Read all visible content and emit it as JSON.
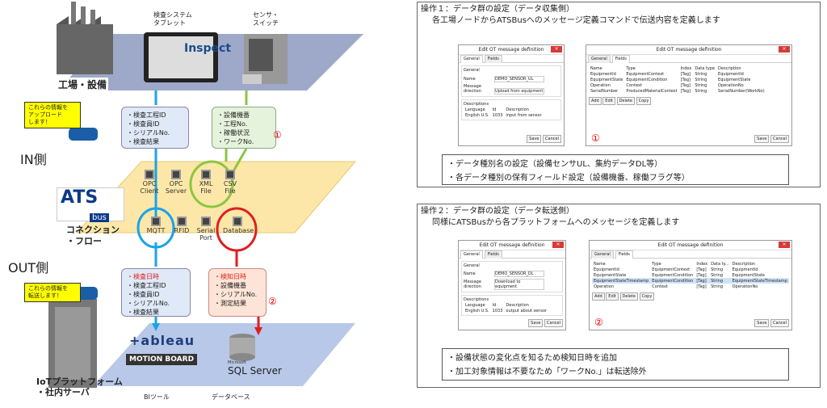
{
  "left": {
    "label_inspection": "検査システム\nタブレット",
    "label_sensor": "センサ・\nスイッチ",
    "factory_label": "工場・設備",
    "logo_inspect": "Inspect",
    "callout_upload": "これらの情報を\nアップロード\nします！",
    "box_in_left": "・検査工程ID\n・検査員ID\n・シリアルNo.\n・検査結果",
    "box_in_right": "・設備機番\n・工程No.\n・稼働状況\n・ワークNo.",
    "circle1": "①",
    "in_side": "IN側",
    "connectors": [
      "OPC\nClient",
      "OPC\nServer",
      "XML\nFile",
      "CSV\nFile",
      "MQTT",
      "RFID",
      "Serial\nPort",
      "Database"
    ],
    "ats_logo_text": "ATS",
    "ats_logo_sub": "bus",
    "connection_flow": "コネクション\n・フロー",
    "out_side": "OUT側",
    "callout_transfer": "これらの情報を\n転送します！",
    "box_out_left_first": "・検査日時",
    "box_out_left_rest": "・検査工程ID\n・検査員ID\n・シリアルNo.\n・検査結果",
    "box_out_right_first": "・検知日時",
    "box_out_right_rest": "・設備機番\n・シリアルNo.\n・測定結果",
    "circle2": "②",
    "tableau": "+ableau",
    "motionboard": "MOTION BOARD",
    "sqlserver_ms": "Microsoft",
    "sqlserver": "SQL Server",
    "iot_platform": "IoTプラットフォーム\n・社内サーバ",
    "bi_tool": "BIツール",
    "database": "データベース"
  },
  "op1": {
    "title": "操作１：データ群の設定（データ収集側）",
    "subtitle": "各工場ノードからATSBusへのメッセージ定義コマンドで伝送内容を定義します",
    "dlg_title": "Edit OT message definition",
    "tab_general": "General",
    "tab_fields": "Fields",
    "general_section": "General",
    "name_label": "Name",
    "name_value": "DEMO_SENSOR_UL",
    "direction_label": "Message direction",
    "direction_value": "Upload from equipment",
    "desc_section": "Descriptions",
    "desc_header": [
      "Language",
      "Id",
      "Description"
    ],
    "desc_row": [
      "English U.S.",
      "1033",
      "input from sensor"
    ],
    "fields_header": [
      "Name",
      "Type",
      "Index",
      "Data type",
      "Description"
    ],
    "fields_rows": [
      [
        "EquipmentId",
        "EquipmentContext",
        "[Tag]",
        "String",
        "EquipmentId"
      ],
      [
        "EquipmentState",
        "EquipmentCondition",
        "[Tag]",
        "String",
        "EquipmentState"
      ],
      [
        "Operation",
        "Context",
        "[Tag]",
        "String",
        "OperationNo"
      ],
      [
        "SerialNumber",
        "ProducedMaterialContext",
        "[Tag]",
        "String",
        "SerialNumber(WorkNo)"
      ]
    ],
    "btn_add": "Add",
    "btn_edit": "Edit",
    "btn_delete": "Delete",
    "btn_copy": "Copy",
    "btn_save": "Save",
    "btn_cancel": "Cancel",
    "circle": "①",
    "desc_text": "・データ種別名の設定（設備センサUL、集約データDL等）\n・各データ種別の保有フィールド設定（設備機番、稼働フラグ等）"
  },
  "op2": {
    "title": "操作２：データ群の設定（データ転送側）",
    "subtitle": "同様にATSBusから各プラットフォームへのメッセージを定義します",
    "dlg_title": "Edit OT message definition",
    "tab_general": "General",
    "tab_fields": "Fields",
    "general_section": "General",
    "name_label": "Name",
    "name_value": "DEMO_SENSOR_DL",
    "direction_label": "Message direction",
    "direction_value": "Download to equipment",
    "desc_section": "Descriptions",
    "desc_header": [
      "Language",
      "Id",
      "Description"
    ],
    "desc_row": [
      "English U.S.",
      "1033",
      "output about sensor"
    ],
    "fields_header": [
      "Name",
      "Type",
      "Index",
      "Data ty...",
      "Description"
    ],
    "fields_rows": [
      [
        "EquipmentId",
        "EquipmentContext",
        "[Tag]",
        "String",
        "EquipmentId"
      ],
      [
        "EquipmentState",
        "EquipmentCondition",
        "[Tag]",
        "String",
        "EquipmentState"
      ],
      [
        "EquipmentStateTimestamp",
        "EquipmentCondition",
        "[Tag]",
        "String",
        "EquipmentStateTimestamp"
      ],
      [
        "Operation",
        "Context",
        "[Tag]",
        "String",
        "OperationNo"
      ]
    ],
    "btn_add": "Add",
    "btn_edit": "Edit",
    "btn_delete": "Delete",
    "btn_copy": "Copy",
    "btn_save": "Save",
    "btn_cancel": "Cancel",
    "circle": "②",
    "desc_text": "・設備状態の変化点を知るため検知日時を追加\n・加工対象情報は不要なため「ワークNo.」は転送除外"
  },
  "colors": {
    "blue_line": "#1ba3e8",
    "green_line": "#8cc63f",
    "red_line": "#e01e1e",
    "in_plane": "#9ea8c8",
    "conn_plane": "#fde7a8",
    "out_plane": "#b8c8e8"
  }
}
